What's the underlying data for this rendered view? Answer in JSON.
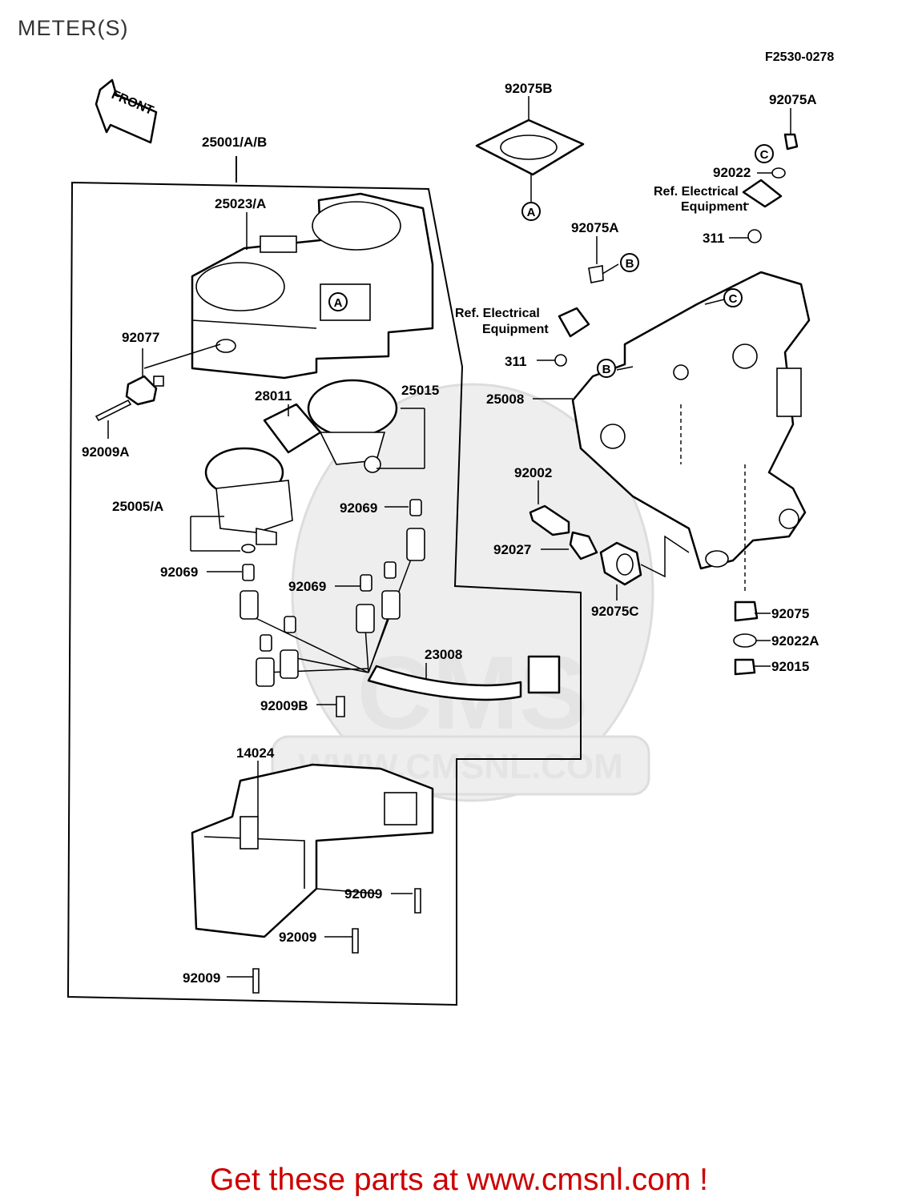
{
  "page": {
    "title": "METER(S)"
  },
  "diagram": {
    "code": "F2530-0278",
    "front_label": "FRONT",
    "watermark": "WWW.CMSNL.COM",
    "watermark_logo": "CMS",
    "parts": {
      "p25001": "25001/A/B",
      "p25023": "25023/A",
      "p92077": "92077",
      "p92009A": "92009A",
      "p28011": "28011",
      "p25015": "25015",
      "p25005": "25005/A",
      "p92069a": "92069",
      "p92069b": "92069",
      "p92069c": "92069",
      "p23008": "23008",
      "p92009B": "92009B",
      "p14024": "14024",
      "p92009a": "92009",
      "p92009b": "92009",
      "p92009c": "92009",
      "p92075B": "92075B",
      "p92075A_top": "92075A",
      "p92022": "92022",
      "ref_elec_1a": "Ref. Electrical",
      "ref_elec_1b": "Equipment",
      "p311a": "311",
      "p92075A_mid": "92075A",
      "ref_elec_2a": "Ref. Electrical",
      "ref_elec_2b": "Equipment",
      "p311b": "311",
      "p25008": "25008",
      "p92002": "92002",
      "p92027": "92027",
      "p92075C": "92075C",
      "p92075": "92075",
      "p92022A": "92022A",
      "p92015": "92015"
    },
    "markers": {
      "A1": "A",
      "A2": "A",
      "B1": "B",
      "B2": "B",
      "C1": "C",
      "C2": "C"
    }
  },
  "footer": {
    "text": "Get these parts at www.cmsnl.com !",
    "color": "#cc0000"
  }
}
